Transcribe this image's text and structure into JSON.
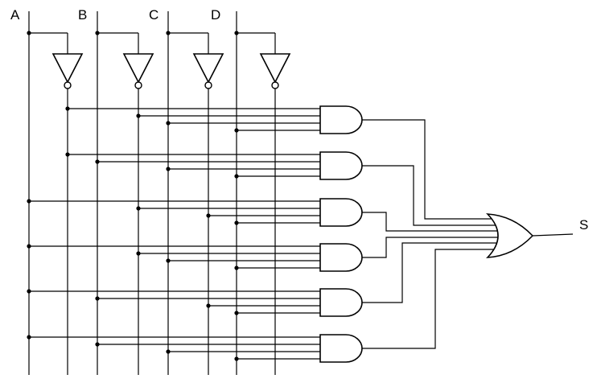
{
  "inputs": [
    {
      "label": "A"
    },
    {
      "label": "B"
    },
    {
      "label": "C"
    },
    {
      "label": "D"
    }
  ],
  "output": {
    "label": "S"
  },
  "and_gates": [
    {
      "inputs": [
        "A'",
        "B'",
        "C",
        "D"
      ]
    },
    {
      "inputs": [
        "A'",
        "B",
        "C",
        "D"
      ]
    },
    {
      "inputs": [
        "A",
        "B'",
        "C'",
        "D"
      ]
    },
    {
      "inputs": [
        "A",
        "B'",
        "C",
        "D"
      ]
    },
    {
      "inputs": [
        "A",
        "B",
        "C'",
        "D"
      ]
    },
    {
      "inputs": [
        "A",
        "B",
        "C",
        "D"
      ]
    }
  ],
  "or_gate": {
    "input_count": 6
  },
  "colors": {
    "ink": "#000000",
    "background": "#ffffff"
  }
}
